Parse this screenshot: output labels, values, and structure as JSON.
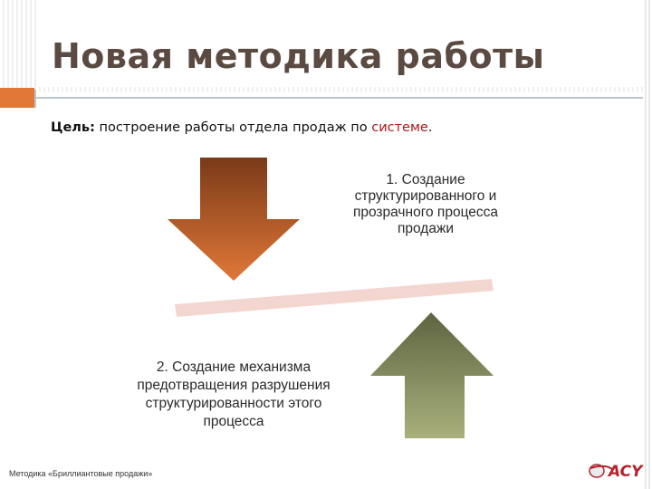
{
  "header": {
    "title": "Новая методика работы"
  },
  "goal": {
    "label": "Цель:",
    "text": " построение работы отдела продаж по ",
    "highlight": "системе",
    "end": "."
  },
  "diagram": {
    "step1": "1. Создание структурированного и прозрачного процесса продажи",
    "step2": "2. Создание механизма предотвращения разрушения структурированности этого процесса",
    "colors": {
      "down_arrow_top": "#7a3a18",
      "down_arrow_bottom": "#e07838",
      "up_arrow_top": "#5e6440",
      "up_arrow_bottom": "#a9b07c",
      "beam": "#f3d6cf"
    }
  },
  "footer": {
    "text": "Методика «Бриллиантовые продажи»"
  },
  "logo": {
    "text": "ACY"
  }
}
